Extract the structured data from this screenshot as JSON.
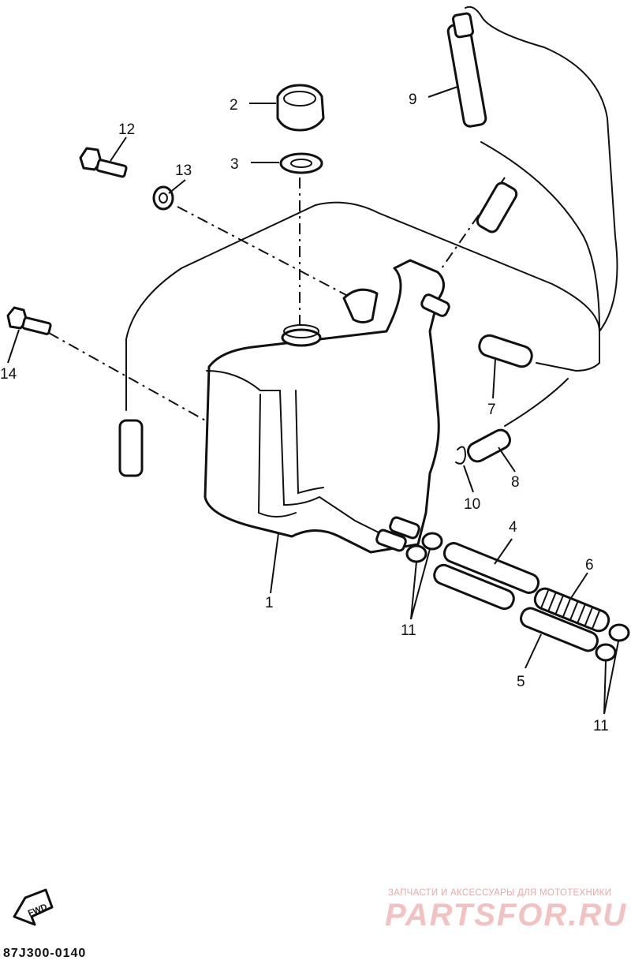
{
  "diagram": {
    "callouts": [
      {
        "id": "1",
        "text": "1"
      },
      {
        "id": "2",
        "text": "2"
      },
      {
        "id": "3",
        "text": "3"
      },
      {
        "id": "4",
        "text": "4"
      },
      {
        "id": "5",
        "text": "5"
      },
      {
        "id": "6",
        "text": "6"
      },
      {
        "id": "7",
        "text": "7"
      },
      {
        "id": "8",
        "text": "8"
      },
      {
        "id": "9",
        "text": "9"
      },
      {
        "id": "10",
        "text": "10"
      },
      {
        "id": "11a",
        "text": "11"
      },
      {
        "id": "11b",
        "text": "11"
      },
      {
        "id": "12",
        "text": "12"
      },
      {
        "id": "13",
        "text": "13"
      },
      {
        "id": "14",
        "text": "14"
      }
    ],
    "fwd_label": "FWD",
    "drawing_code": "87J300-0140"
  },
  "watermark": {
    "tagline": "ЗАПЧАСТИ И АКСЕССУАРЫ ДЛЯ МОТОТЕХНИКИ",
    "brand": "PARTSFOR.RU"
  }
}
